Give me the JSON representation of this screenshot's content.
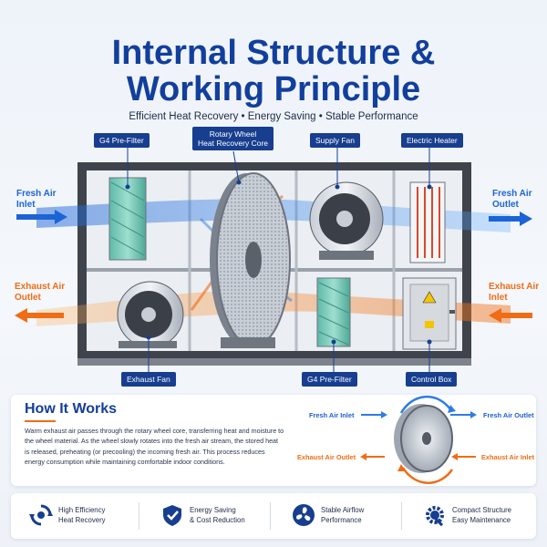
{
  "header": {
    "title_line1": "Internal Structure &",
    "title_line2": "Working Principle",
    "subtitle": "Efficient Heat Recovery  •  Energy Saving  •  Stable Performance"
  },
  "diagram": {
    "labels": {
      "g4_top": "G4 Pre-Filter",
      "rotary_line1": "Rotary Wheel",
      "rotary_line2": "Heat Recovery Core",
      "supply_fan": "Supply Fan",
      "electric_heater": "Electric Heater",
      "exhaust_fan": "Exhaust Fan",
      "g4_bottom": "G4 Pre-Filter",
      "control_box": "Control Box"
    },
    "sides": {
      "fresh_air_inlet_1": "Fresh Air",
      "fresh_air_inlet_2": "Inlet",
      "fresh_air_outlet_1": "Fresh Air",
      "fresh_air_outlet_2": "Outlet",
      "exhaust_air_outlet_1": "Exhaust Air",
      "exhaust_air_outlet_2": "Outlet",
      "exhaust_air_inlet_1": "Exhaust Air",
      "exhaust_air_inlet_2": "Inlet"
    },
    "colors": {
      "fresh": "#1c64d6",
      "exhaust": "#ef6d15",
      "navy": "#173e8f"
    }
  },
  "how_it_works": {
    "heading": "How It Works",
    "body": "Warm exhaust air passes through the rotary wheel core, transferring heat and moisture to the wheel material. As the wheel slowly rotates into the fresh air stream, the stored heat is released, preheating (or precooling) the incoming fresh air. This process reduces energy consumption while maintaining comfortable indoor conditions.",
    "wheel_labels": {
      "fresh_in": "Fresh Air Inlet",
      "fresh_out": "Fresh Air Outlet",
      "exhaust_out": "Exhaust Air Outlet",
      "exhaust_in": "Exhaust Air Inlet"
    }
  },
  "features": [
    {
      "icon": "recycle-icon",
      "line1": "High Efficiency",
      "line2": "Heat Recovery"
    },
    {
      "icon": "shield-check-icon",
      "line1": "Energy Saving",
      "line2": "& Cost Reduction"
    },
    {
      "icon": "fan-icon",
      "line1": "Stable Airflow",
      "line2": "Performance"
    },
    {
      "icon": "gear-wrench-icon",
      "line1": "Compact Structure",
      "line2": "Easy Maintenance"
    }
  ]
}
